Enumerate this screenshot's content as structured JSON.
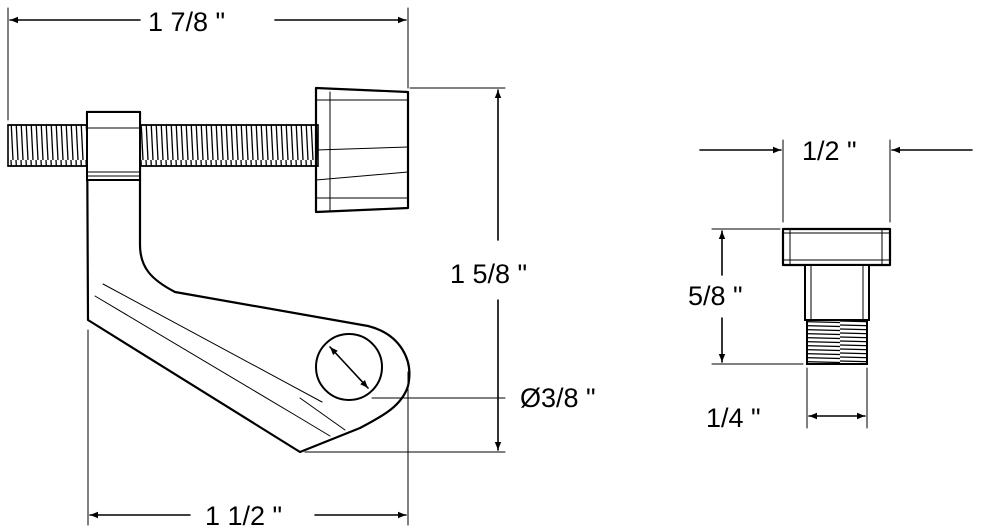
{
  "dimensions": {
    "overall_width": "1 7/8 \"",
    "height": "1 5/8 \"",
    "base_width": "1 1/2 \"",
    "hole_diameter": "Ø3/8 \"",
    "cap_width": "1/2 \"",
    "cap_height": "5/8 \"",
    "thread_width": "1/4 \""
  }
}
